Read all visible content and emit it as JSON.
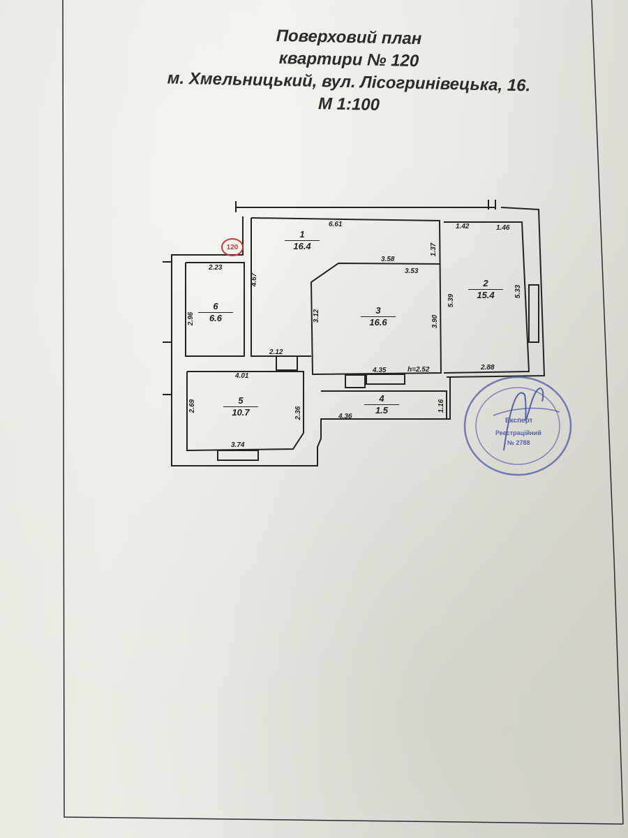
{
  "document": {
    "title_line1": "Поверховий план",
    "title_line2": "квартири № 120",
    "title_line3": "м. Хмельницький,  вул. Лісогринівецька, 16.",
    "title_line4": "М 1:100"
  },
  "apartment_badge": "120",
  "rooms": [
    {
      "num": "1",
      "area": "16.4"
    },
    {
      "num": "2",
      "area": "15.4"
    },
    {
      "num": "3",
      "area": "16.6"
    },
    {
      "num": "4",
      "area": "1.5"
    },
    {
      "num": "5",
      "area": "10.7"
    },
    {
      "num": "6",
      "area": "6.6"
    }
  ],
  "dimensions": {
    "d_6_61": "6.61",
    "d_1_42": "1.42",
    "d_1_46": "1.46",
    "d_1_37": "1.37",
    "d_3_58": "3.58",
    "d_3_53": "3.53",
    "d_2_23": "2.23",
    "d_4_67": "4.67",
    "d_2_96": "2.96",
    "d_3_12": "3.12",
    "d_3_90": "3.90",
    "d_5_39": "5.39",
    "d_5_33": "5.33",
    "d_2_12": "2.12",
    "d_4_35": "4.35",
    "d_h": "h=2.52",
    "d_2_88": "2.88",
    "d_4_01": "4.01",
    "d_2_69": "2.69",
    "d_2_36": "2.36",
    "d_4_36": "4.36",
    "d_1_16": "1.16",
    "d_3_74": "3.74"
  },
  "stamp": {
    "label_expert": "Експерт",
    "label_reg": "Реєстраційний",
    "label_no": "№ 2788"
  },
  "colors": {
    "ink": "#1f2023",
    "stamp": "#5560a8",
    "badge": "#c43a3a"
  }
}
